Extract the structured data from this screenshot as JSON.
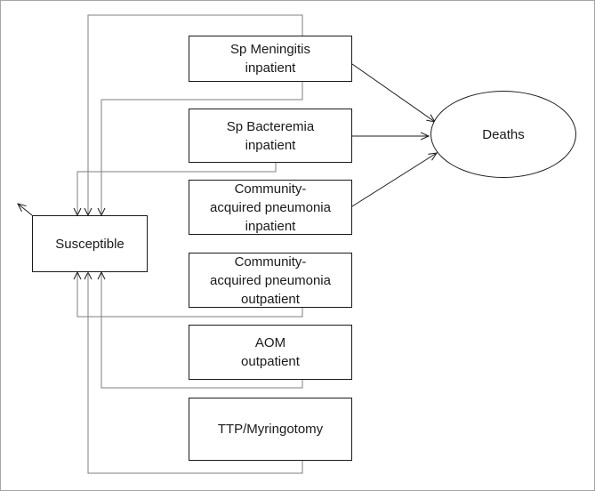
{
  "diagram": {
    "susceptible": "Susceptible",
    "deaths": "Deaths",
    "states": [
      {
        "id": "meningitis",
        "label": "Sp Meningitis\ninpatient"
      },
      {
        "id": "bacteremia",
        "label": "Sp Bacteremia\ninpatient"
      },
      {
        "id": "cap-inpatient",
        "label": "Community-\nacquired pneumonia\ninpatient"
      },
      {
        "id": "cap-outpatient",
        "label": "Community-\nacquired pneumonia\noutpatient"
      },
      {
        "id": "aom",
        "label": "AOM\noutpatient"
      },
      {
        "id": "ttp",
        "label": "TTP/Myringotomy"
      }
    ],
    "line_color": "#1a1a1a",
    "connector_color": "#7f7f7f"
  }
}
